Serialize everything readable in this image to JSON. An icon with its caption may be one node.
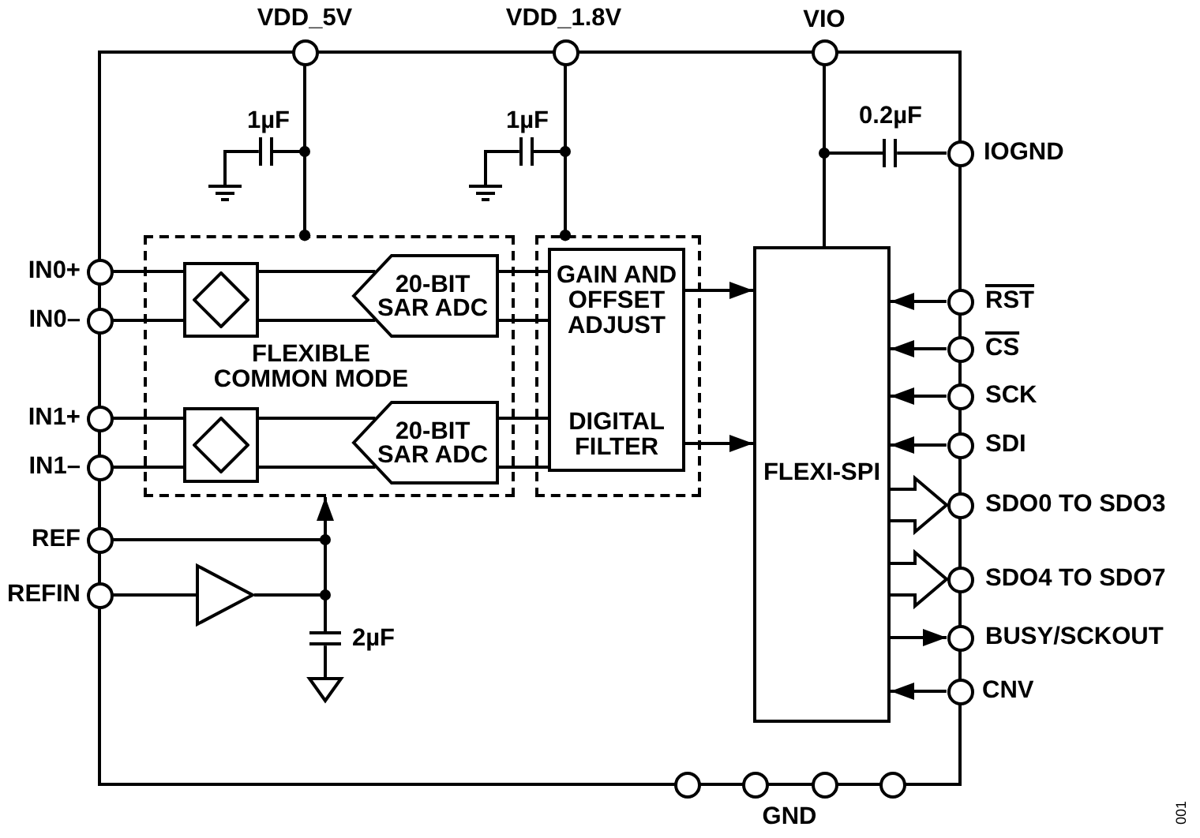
{
  "diagram": {
    "nodes": [
      {
        "text": [],
        "shape": "box"
      },
      {
        "text": [],
        "shape": "circle",
        "beside": [
          "VDD_5V"
        ]
      },
      {
        "text": [],
        "shape": "circle",
        "beside": [
          "VDD_1.8V"
        ]
      },
      {
        "text": [],
        "shape": "circle",
        "beside": [
          "VIO"
        ]
      },
      {
        "text": [],
        "shape": "capacitor",
        "in": 0,
        "beside": [
          "1µF"
        ]
      },
      {
        "text": [],
        "shape": "ground",
        "in": 0
      },
      {
        "text": [],
        "shape": "capacitor",
        "in": 0,
        "beside": [
          "1µF"
        ]
      },
      {
        "text": [],
        "shape": "ground",
        "in": 0
      },
      {
        "text": [],
        "shape": "capacitor",
        "in": 0,
        "beside": [
          "0.2µF"
        ]
      },
      {
        "text": [],
        "shape": "circle",
        "beside": [
          "IOGND"
        ]
      },
      {
        "text": [],
        "shape": "circle",
        "beside": [
          "IN0+"
        ]
      },
      {
        "text": [],
        "shape": "circle",
        "beside": [
          "IN0–"
        ]
      },
      {
        "text": [],
        "shape": "circle",
        "beside": [
          "IN1+"
        ]
      },
      {
        "text": [],
        "shape": "circle",
        "beside": [
          "IN1–"
        ]
      },
      {
        "text": [
          "FLEXIBLE COMMON MODE"
        ],
        "in": 0
      },
      {
        "text": [],
        "shape": "box",
        "in": 14
      },
      {
        "text": [
          "20-BIT SAR ADC"
        ],
        "in": 14
      },
      {
        "text": [],
        "shape": "box",
        "in": 14
      },
      {
        "text": [
          "20-BIT SAR ADC"
        ],
        "in": 14
      },
      {
        "text": [],
        "shape": "box",
        "in": 0
      },
      {
        "text": [
          "GAIN AND OFFSET ADJUST",
          "DIGITAL FILTER"
        ],
        "in": 19
      },
      {
        "text": [
          "FLEXI-SPI"
        ],
        "in": 0
      },
      {
        "text": [],
        "shape": "circle",
        "beside": [
          "RST"
        ]
      },
      {
        "text": [],
        "shape": "circle",
        "beside": [
          "CS"
        ]
      },
      {
        "text": [],
        "shape": "circle",
        "beside": [
          "SCK"
        ]
      },
      {
        "text": [],
        "shape": "circle",
        "beside": [
          "SDI"
        ]
      },
      {
        "text": [],
        "shape": "circle",
        "beside": [
          "SDO0 TO SDO3"
        ]
      },
      {
        "text": [],
        "shape": "circle",
        "beside": [
          "SDO4 TO SDO7"
        ]
      },
      {
        "text": [],
        "shape": "circle",
        "beside": [
          "BUSY/SCKOUT"
        ]
      },
      {
        "text": [],
        "shape": "circle",
        "beside": [
          "CNV"
        ]
      },
      {
        "text": [],
        "shape": "circle",
        "beside": [
          "REF"
        ]
      },
      {
        "text": [],
        "shape": "circle",
        "beside": [
          "REFIN"
        ]
      },
      {
        "text": [],
        "shape": "triangle",
        "in": 0
      },
      {
        "text": [],
        "shape": "capacitor",
        "in": 0,
        "beside": [
          "2µF"
        ]
      },
      {
        "text": [],
        "shape": "ground",
        "in": 0
      },
      {
        "text": [],
        "shape": "circle"
      },
      {
        "text": [],
        "shape": "circle"
      },
      {
        "text": [],
        "shape": "circle"
      },
      {
        "text": [],
        "shape": "circle"
      }
    ],
    "edges": [
      {
        "from": 1,
        "to": 14,
        "arrow": "other"
      },
      {
        "from": 1,
        "to": 4,
        "arrow": "none"
      },
      {
        "from": 4,
        "to": 5,
        "arrow": "none"
      },
      {
        "from": 2,
        "to": 19,
        "arrow": "other"
      },
      {
        "from": 2,
        "to": 6,
        "arrow": "none"
      },
      {
        "from": 6,
        "to": 7,
        "arrow": "none"
      },
      {
        "from": 3,
        "to": 21,
        "arrow": "none"
      },
      {
        "from": 3,
        "to": 8,
        "arrow": "none"
      },
      {
        "from": 8,
        "to": 9,
        "arrow": "none"
      },
      {
        "from": 10,
        "to": 15,
        "arrow": "none"
      },
      {
        "from": 11,
        "to": 15,
        "arrow": "none"
      },
      {
        "from": 15,
        "to": 16,
        "arrow": "none"
      },
      {
        "from": 15,
        "to": 16,
        "arrow": "none"
      },
      {
        "from": 12,
        "to": 17,
        "arrow": "none"
      },
      {
        "from": 13,
        "to": 17,
        "arrow": "none"
      },
      {
        "from": 17,
        "to": 18,
        "arrow": "none"
      },
      {
        "from": 17,
        "to": 18,
        "arrow": "none"
      },
      {
        "from": 16,
        "to": 20,
        "arrow": "none"
      },
      {
        "from": 16,
        "to": 20,
        "arrow": "none"
      },
      {
        "from": 18,
        "to": 20,
        "arrow": "none"
      },
      {
        "from": 18,
        "to": 20,
        "arrow": "none"
      },
      {
        "from": 20,
        "to": 21,
        "arrow": "to"
      },
      {
        "from": 20,
        "to": 21,
        "arrow": "to"
      },
      {
        "from": 22,
        "to": 21,
        "arrow": "to"
      },
      {
        "from": 23,
        "to": 21,
        "arrow": "to"
      },
      {
        "from": 24,
        "to": 21,
        "arrow": "to"
      },
      {
        "from": 25,
        "to": 21,
        "arrow": "to"
      },
      {
        "from": 21,
        "to": 26,
        "arrow": "to",
        "style": "thick"
      },
      {
        "from": 21,
        "to": 27,
        "arrow": "to",
        "style": "thick"
      },
      {
        "from": 21,
        "to": 28,
        "arrow": "to"
      },
      {
        "from": 29,
        "to": 21,
        "arrow": "to"
      },
      {
        "from": 30,
        "to": 14,
        "arrow": "to"
      },
      {
        "from": 32,
        "to": 14,
        "arrow": "to"
      },
      {
        "from": 30,
        "to": 33,
        "arrow": "none"
      },
      {
        "from": 32,
        "to": 33,
        "arrow": "none"
      },
      {
        "from": 31,
        "to": 32,
        "arrow": "none"
      },
      {
        "from": 33,
        "to": 34,
        "arrow": "none"
      }
    ],
    "labels": [
      "GND",
      "001"
    ]
  }
}
